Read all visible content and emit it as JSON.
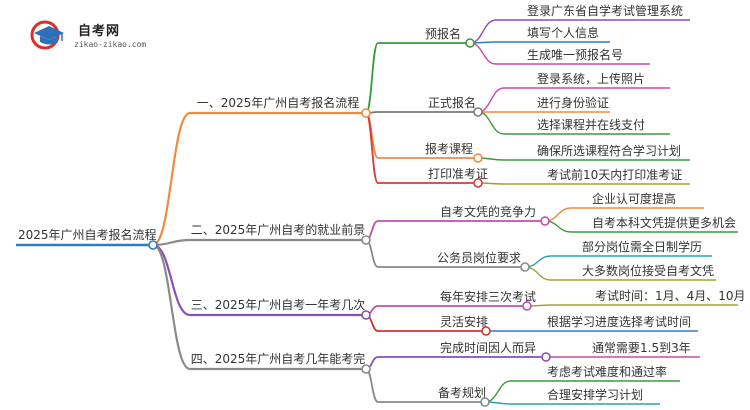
{
  "logo": {
    "title": "自考网",
    "url": "zikao-zikao.com",
    "colors": {
      "primary": "#2e6fb8",
      "accent": "#d9302c"
    },
    "icon": "graduation-cap-icon"
  },
  "mindmap": {
    "root": {
      "label": "2025年广州自考报名流程",
      "color": "#2e7bc4"
    },
    "branches": [
      {
        "label": "一、2025年广州自考报名流程",
        "color": "#f08a3c",
        "children": [
          {
            "label": "预报名",
            "color": "#3b9a3a",
            "children": [
              "登录广东省自学考试管理系统",
              "填写个人信息",
              "生成唯一预报名号"
            ]
          },
          {
            "label": "正式报名",
            "color": "#7a7a7a",
            "children": [
              "登录系统，上传照片",
              "进行身份验证",
              "选择课程并在线支付"
            ]
          },
          {
            "label": "报考课程",
            "color": "#f08a3c",
            "children": [
              "确保所选课程符合学习计划"
            ]
          },
          {
            "label": "打印准考证",
            "color": "#d93a3a",
            "children": [
              "考试前10天内打印准考证"
            ]
          }
        ]
      },
      {
        "label": "二、2025年广州自考的就业前景",
        "color": "#8a8a8a",
        "children": [
          {
            "label": "自考文凭的竞争力",
            "color": "#c54bb0",
            "children": [
              "企业认可度提高",
              "自考本科文凭提供更多机会"
            ]
          },
          {
            "label": "公务员岗位要求",
            "color": "#8a8a8a",
            "children": [
              "部分岗位需全日制学历",
              "大多数岗位接受自考文凭"
            ]
          }
        ]
      },
      {
        "label": "三、2025年广州自考一年考几次",
        "color": "#8a4fb5",
        "children": [
          {
            "label": "每年安排三次考试",
            "color": "#c54bb0",
            "children": [
              "考试时间：1月、4月、10月"
            ]
          },
          {
            "label": "灵活安排",
            "color": "#d9302c",
            "children": [
              "根据学习进度选择考试时间"
            ]
          }
        ]
      },
      {
        "label": "四、2025年广州自考几年能考完",
        "color": "#8a8a8a",
        "children": [
          {
            "label": "完成时间因人而异",
            "color": "#8a4fb5",
            "children": [
              "通常需要1.5到3年"
            ]
          },
          {
            "label": "备考规划",
            "color": "#8a8a8a",
            "children": [
              "考虑考试难度和通过率",
              "合理安排学习计划"
            ]
          }
        ]
      }
    ],
    "child_colors": [
      "#8a4fb5",
      "#2e7bc4",
      "#c54bb0",
      "#f08a3c",
      "#3b9a3a",
      "#2aa0b0",
      "#a0a03a"
    ]
  }
}
